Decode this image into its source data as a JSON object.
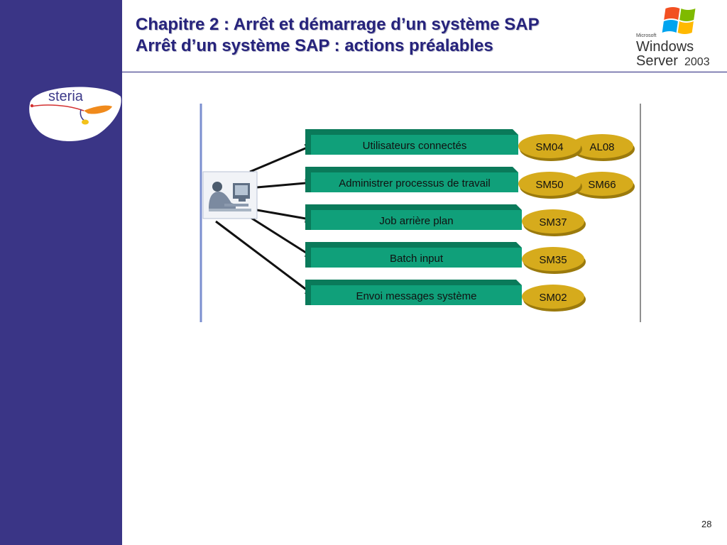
{
  "header": {
    "title_line1": "Chapitre 2 : Arrêt et démarrage d’un système SAP",
    "title_line2": "Arrêt d’un système SAP : actions préalables"
  },
  "logos": {
    "steria": {
      "text": "steria"
    },
    "windows": {
      "brand": "Microsoft",
      "line1": "Windows",
      "line2": "Server",
      "version": "2003"
    }
  },
  "diagram": {
    "actor_icon": "user-at-computer-icon",
    "rows": [
      {
        "label": "Utilisateurs connectés",
        "transactions": [
          "SM04",
          "AL08"
        ]
      },
      {
        "label": "Administrer processus de travail",
        "transactions": [
          "SM50",
          "SM66"
        ]
      },
      {
        "label": "Job arrière plan",
        "transactions": [
          "SM37"
        ]
      },
      {
        "label": "Batch input",
        "transactions": [
          "SM35"
        ]
      },
      {
        "label": "Envoi messages système",
        "transactions": [
          "SM02"
        ]
      }
    ],
    "colors": {
      "box": "#10a07a",
      "box_top": "#0a7a5a",
      "oval": "#d6ab1c",
      "oval_shadow": "#9b7a0c"
    }
  },
  "footer": {
    "page_number": "28"
  }
}
